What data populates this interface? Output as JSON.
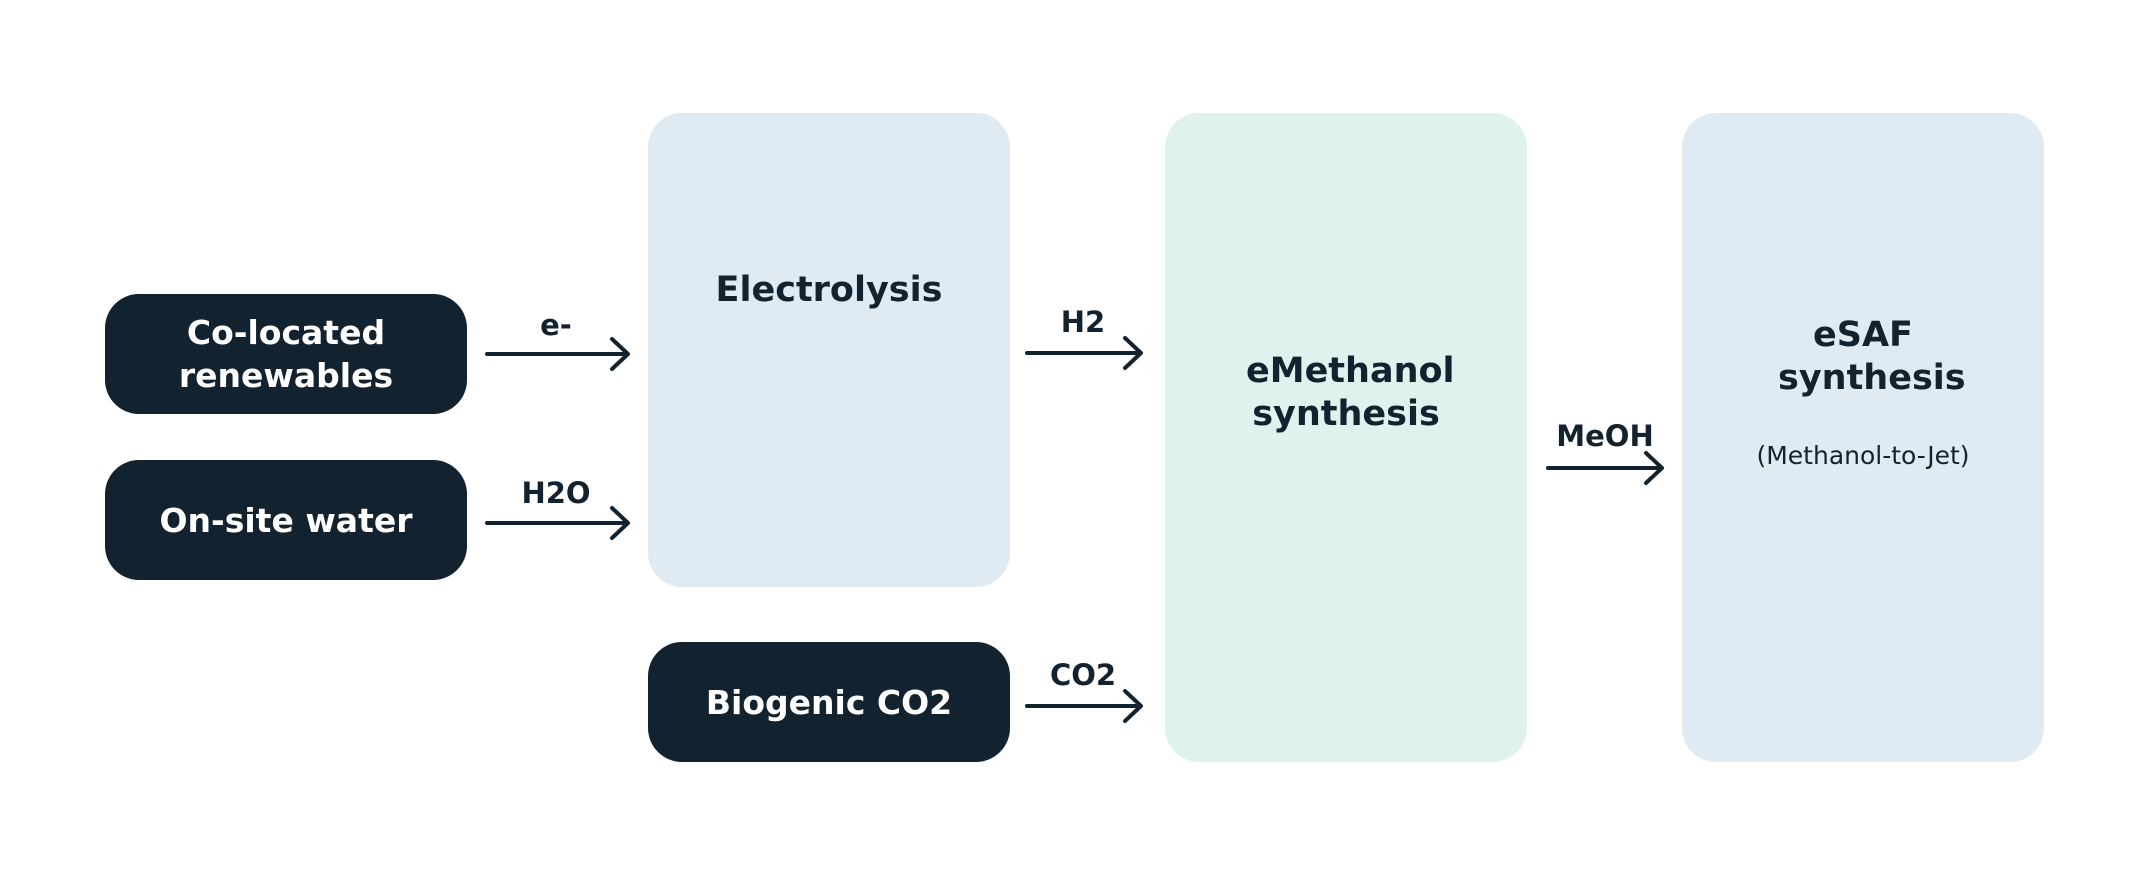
{
  "nodes": {
    "renewables": "Co-located renewables",
    "water": "On-site water",
    "electrolysis": "Electrolysis",
    "biogenic_co2": "Biogenic CO2",
    "emethanol": "eMethanol synthesis",
    "esaf": "eSAF synthesis",
    "esaf_sub": "(Methanol-to-Jet)"
  },
  "edges": {
    "e_minus": "e-",
    "h2o": "H2O",
    "h2": "H2",
    "co2": "CO2",
    "meoh": "MeOH"
  },
  "colors": {
    "dark_node": "#13222f",
    "process_blue": "#dfeaf2",
    "process_green": "#dff2ed",
    "arrow": "#13222f"
  }
}
